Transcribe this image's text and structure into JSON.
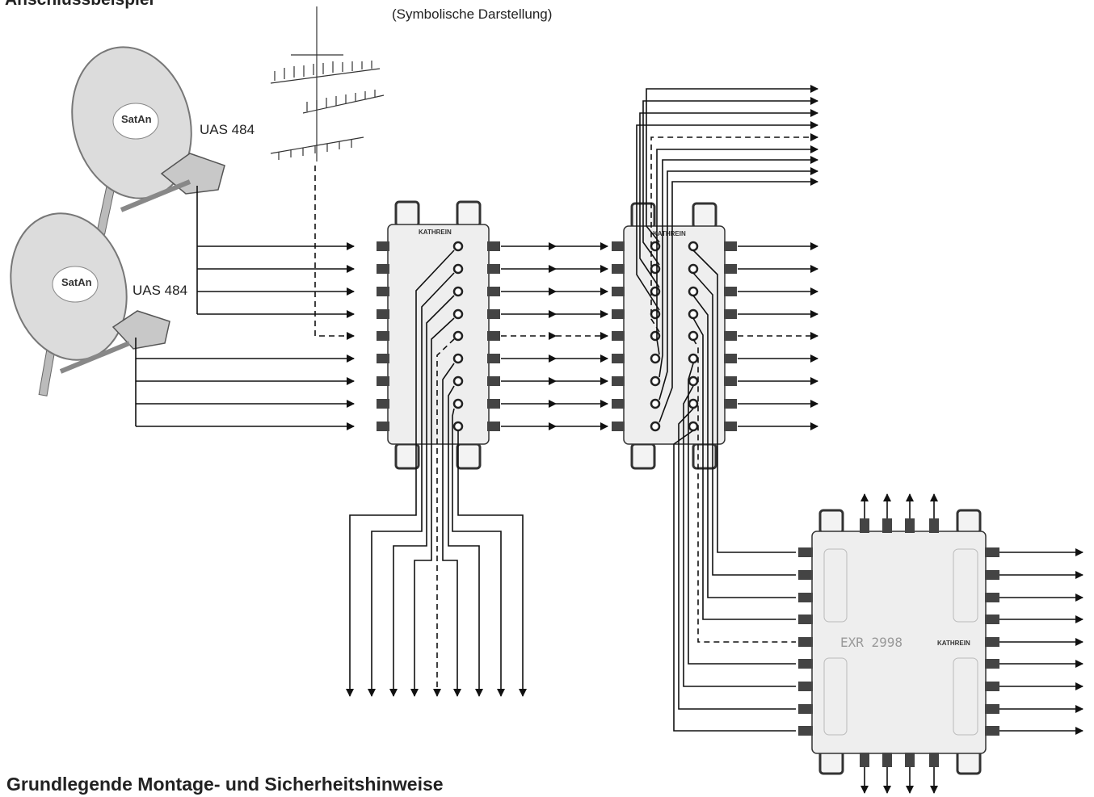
{
  "header": {
    "title": "Anschlussbeispiel",
    "subtitle": "(Symbolische Darstellung)"
  },
  "lnbs": [
    {
      "label": "UAS 484",
      "brand": "SatAn"
    },
    {
      "label": "UAS 484",
      "brand": "SatAn"
    }
  ],
  "units": {
    "brand": "KATHREIN",
    "model": "EXR 2998"
  },
  "footer": {
    "heading": "Grundlegende Montage- und Sicherheitshinweise"
  }
}
